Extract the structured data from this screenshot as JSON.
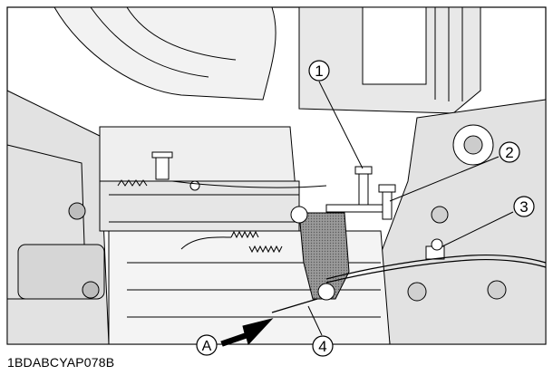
{
  "figure": {
    "code": "1BDABCYAP078B",
    "callouts": [
      "1",
      "2",
      "3",
      "4"
    ],
    "direction_label": "A"
  }
}
